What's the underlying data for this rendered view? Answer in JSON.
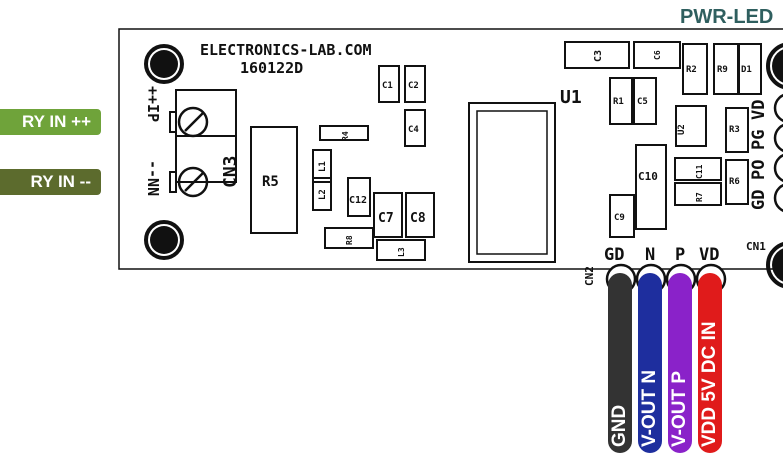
{
  "header": {
    "pwr_led": "PWR-LED"
  },
  "battery_labels": {
    "plus": "RY IN ++",
    "minus": "RY IN --",
    "plus_color": "#6fa33a",
    "minus_color": "#5c6b2d"
  },
  "board": {
    "brand": "ELECTRONICS-LAB.COM",
    "code": "160122D",
    "u1": "U1",
    "cn3": "CN3",
    "terminal_top": "++IP",
    "terminal_bottom": "--NN",
    "cn2": "CN2",
    "cn1": "CN1",
    "cn2_pins": [
      "GD",
      "N",
      "P",
      "VD"
    ],
    "cn1_pins": [
      "VD",
      "PG",
      "PO",
      "GD"
    ],
    "components": {
      "r5": "R5",
      "r4": "R4",
      "l1": "L1",
      "l2": "L2",
      "c12": "C12",
      "c7": "C7",
      "c8": "C8",
      "r8": "R8",
      "l3": "L3",
      "c1": "C1",
      "c2": "C2",
      "c4": "C4",
      "c3": "C3",
      "c6": "C6",
      "r1": "R1",
      "c5": "C5",
      "r2": "R2",
      "r9": "R9",
      "d1": "D1",
      "u2": "U2",
      "r3": "R3",
      "c9": "C9",
      "c10": "C10",
      "c11": "C11",
      "r7": "R7",
      "r6": "R6"
    }
  },
  "pins": [
    {
      "label": "GND",
      "color": "#333333"
    },
    {
      "label": "V-OUT N",
      "color": "#1e2e9e"
    },
    {
      "label": "V-OUT P",
      "color": "#8a22c9"
    },
    {
      "label": "VDD 5V DC IN",
      "color": "#e01b1b"
    }
  ]
}
